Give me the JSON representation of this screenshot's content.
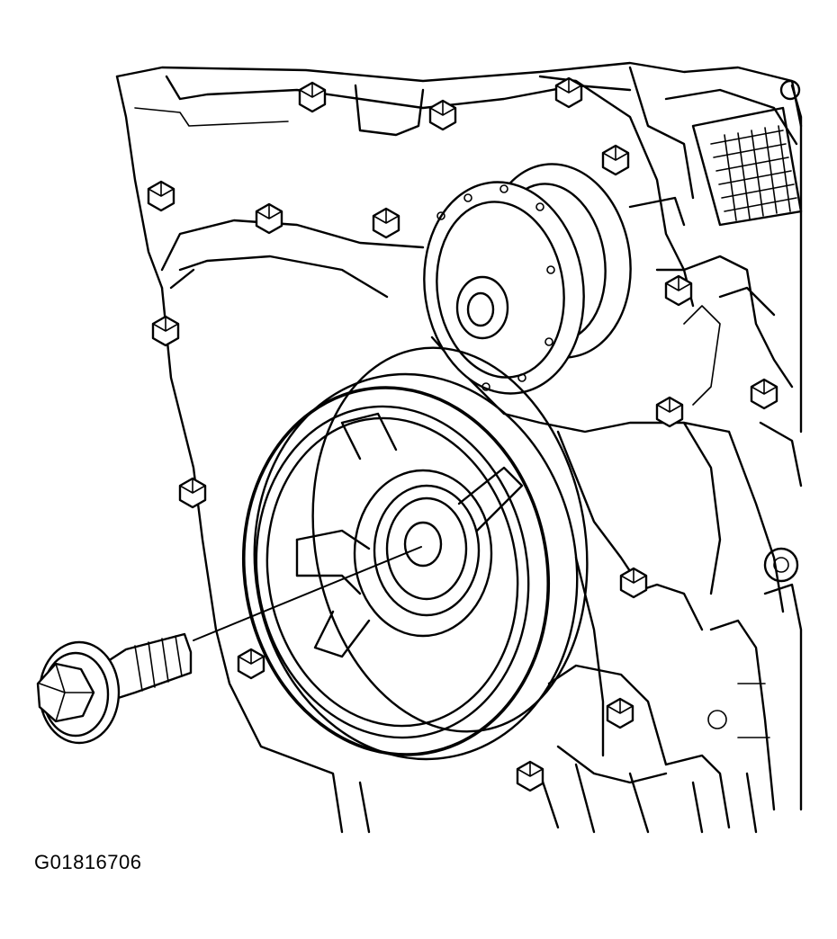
{
  "figure": {
    "id_label": "G01816706",
    "line_color": "#000000",
    "background": "#ffffff"
  },
  "parts": [
    "engine-front-cover",
    "water-pump-pulley",
    "crankshaft-balancer",
    "crankshaft-balancer-bolt",
    "cover-bolts"
  ]
}
